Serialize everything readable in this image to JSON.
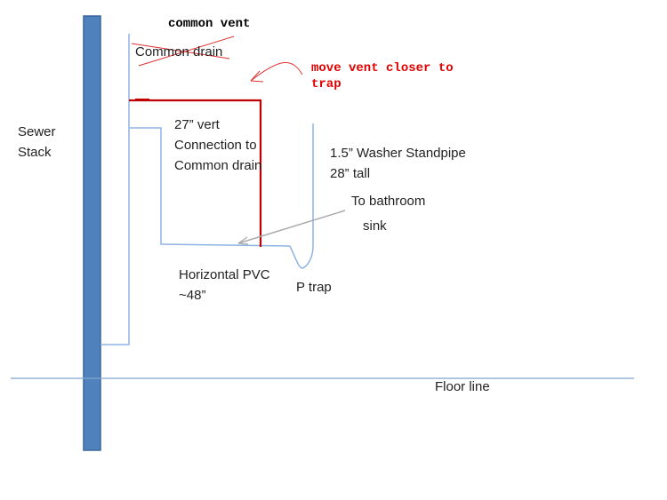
{
  "labels": {
    "sewer_stack": [
      "Sewer",
      "Stack"
    ],
    "common_vent": "common vent",
    "common_drain_crossed": "Common drain",
    "move_vent": [
      "move vent closer to",
      "trap"
    ],
    "vert_connection": [
      "27” vert",
      "Connection to",
      "Common drain"
    ],
    "standpipe": [
      "1.5” Washer Standpipe",
      "28” tall"
    ],
    "bathroom": [
      "To bathroom",
      "sink"
    ],
    "horizontal": [
      "Horizontal PVC",
      "~48”"
    ],
    "p_trap": "P trap",
    "floor": "Floor line"
  },
  "colors": {
    "stack": "#4f81bd",
    "pipe": "#8eb4e3",
    "annotation": "#cc0000",
    "pointer": "#aaaaaa"
  }
}
